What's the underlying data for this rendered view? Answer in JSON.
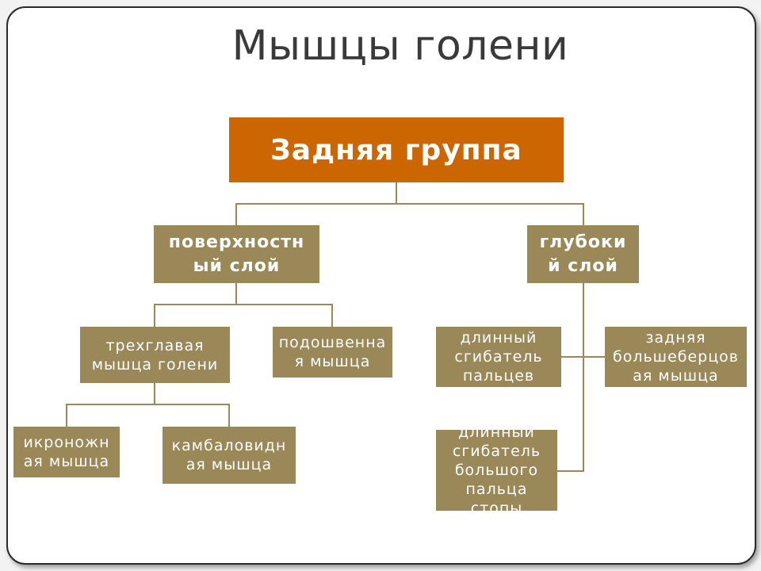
{
  "slide": {
    "title": "Мышцы голени"
  },
  "diagram": {
    "root": "Задняя группа",
    "superficial_layer": "поверхностн\nый слой",
    "deep_layer": "глубоки\nй слой",
    "triceps": "трехглавая\nмышца голени",
    "plantaris": "подошвенна\nя мышца",
    "gastrocnemius": "икроножн\nая мышца",
    "soleus": "камбаловидн\nая мышца",
    "flexor_digitorum_longus": "длинный\nсгибатель\nпальцев",
    "tibialis_posterior": "задняя\nбольшеберцов\nая мышца",
    "flexor_hallucis_longus": "длинный\nсгибатель\nбольшого\nпальца\nстопы"
  },
  "colors": {
    "root_fill": "#cc6600",
    "node_fill": "#9a8858",
    "connector": "#9a8858"
  }
}
